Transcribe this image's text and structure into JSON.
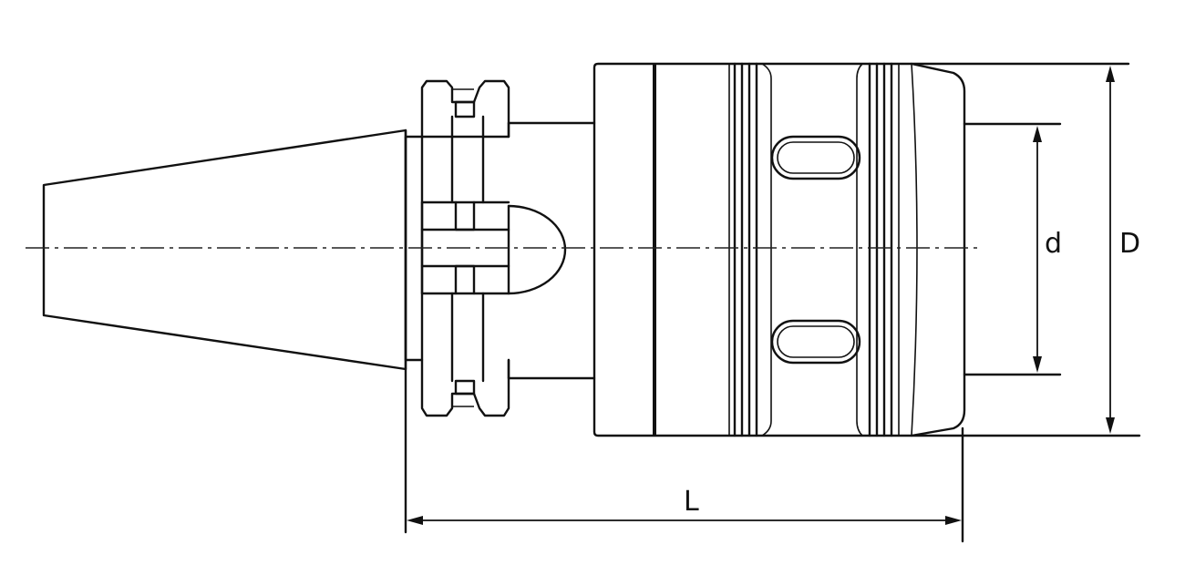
{
  "drawing": {
    "dimensions": {
      "overall_length": "L",
      "bore_diameter": "d",
      "body_diameter": "D"
    }
  }
}
